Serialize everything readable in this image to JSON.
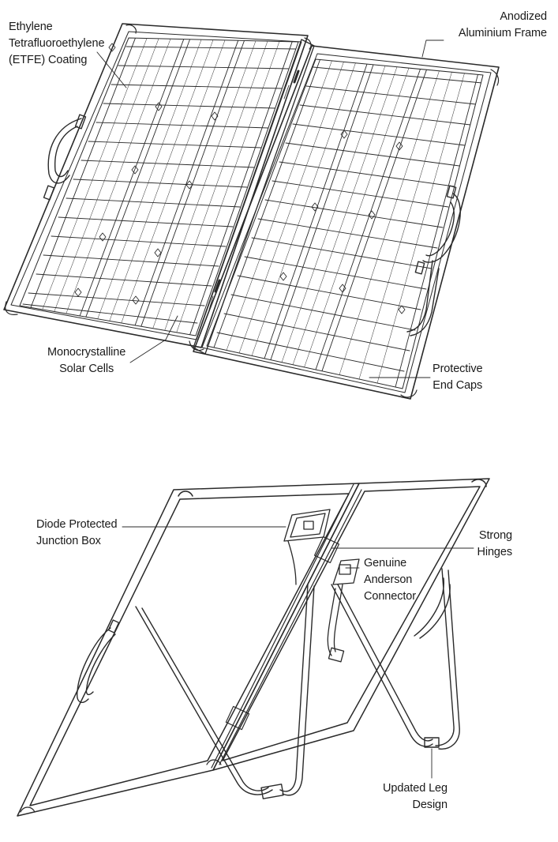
{
  "top_labels": {
    "etfe": [
      "Ethylene",
      "Tetrafluoroethylene",
      "(ETFE) Coating"
    ],
    "frame": [
      "Anodized",
      "Aluminium Frame"
    ],
    "cells": [
      "Monocrystalline",
      "Solar Cells"
    ],
    "caps": [
      "Protective",
      "End Caps"
    ]
  },
  "bottom_labels": {
    "junction": [
      "Diode Protected",
      "Junction Box"
    ],
    "hinges": [
      "Strong",
      "Hinges"
    ],
    "anderson": [
      "Genuine",
      "Anderson",
      "Connector"
    ],
    "leg": [
      "Updated Leg",
      "Design"
    ]
  },
  "colors": {
    "line": "#2a2a2a",
    "text": "#1a1a1a",
    "background": "#ffffff"
  }
}
